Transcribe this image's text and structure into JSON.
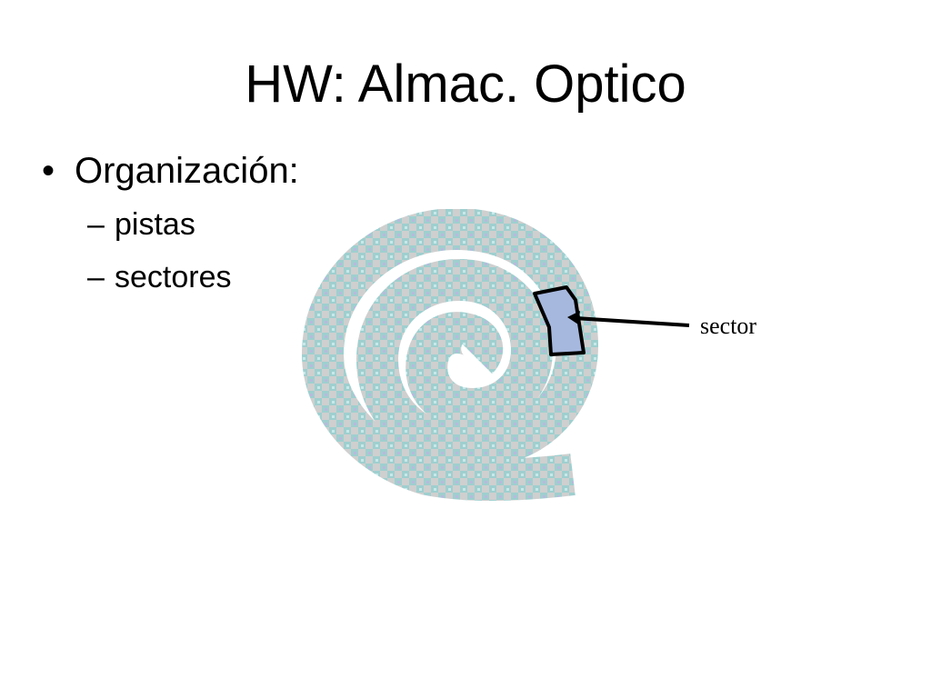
{
  "slide": {
    "title": "HW: Almac. Optico",
    "bullets": [
      {
        "marker": "•",
        "text": "Organización:",
        "children": [
          {
            "marker": "–",
            "text": "pistas"
          },
          {
            "marker": "–",
            "text": "sectores"
          }
        ]
      }
    ]
  },
  "diagram": {
    "sector_label": "sector",
    "colors": {
      "track_teal": "#9fcfcf",
      "track_gray": "#cfcfcf",
      "sector_fill": "#a6b8de",
      "sector_stroke": "#000000"
    }
  }
}
